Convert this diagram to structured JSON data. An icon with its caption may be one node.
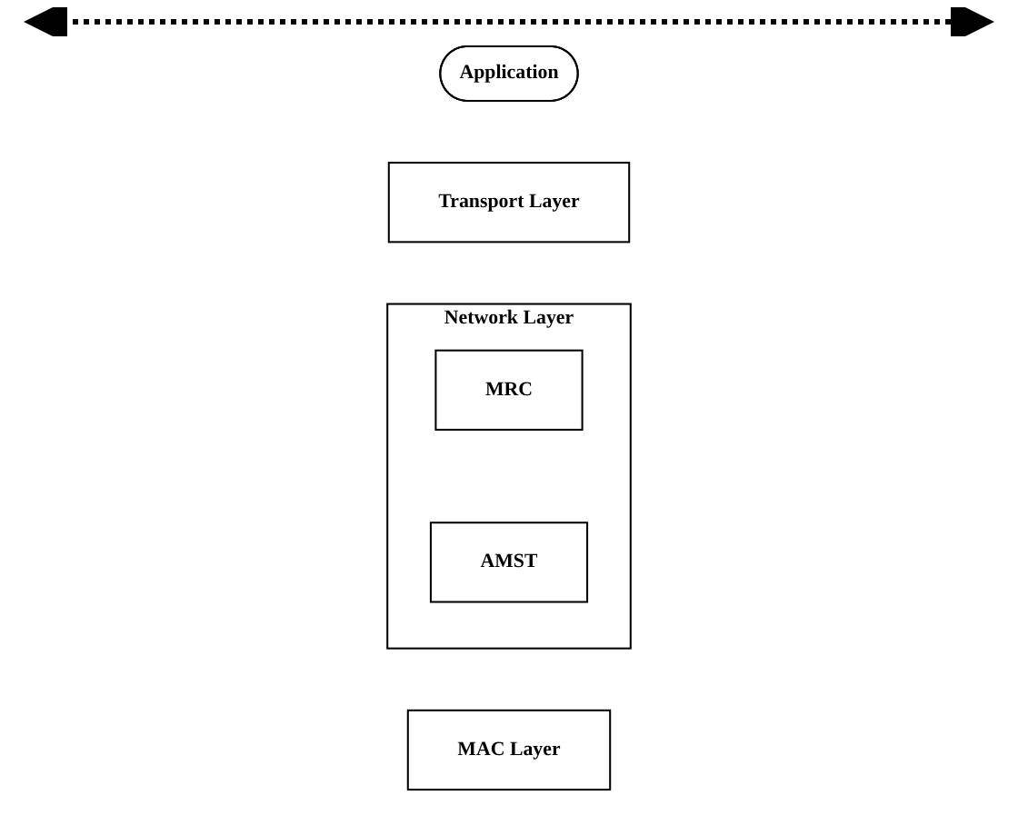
{
  "diagram": {
    "nodes": [
      {
        "text": [
          "Application"
        ]
      },
      {
        "text": [
          "Transport Layer"
        ]
      },
      {
        "text": [
          "Network Layer"
        ]
      },
      {
        "text": [
          "MRC"
        ],
        "in": 2
      },
      {
        "text": [
          "AMST"
        ],
        "in": 2
      },
      {
        "text": [
          "MAC Layer"
        ]
      }
    ]
  }
}
